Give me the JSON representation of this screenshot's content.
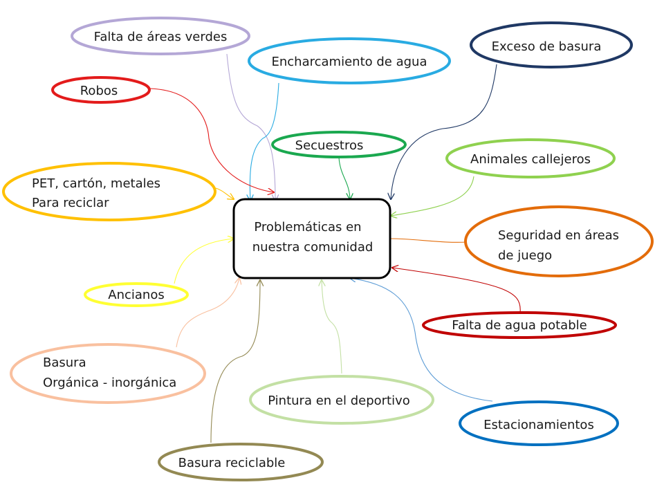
{
  "center": {
    "line1": "Problemáticas en",
    "line2": "nuestra comunidad"
  },
  "nodes": {
    "falta_areas_verdes": {
      "text": "Falta de áreas verdes",
      "color": "#b4a7d6"
    },
    "encharcamiento": {
      "text": "Encharcamiento de agua",
      "color": "#29abe2"
    },
    "exceso_basura": {
      "text": "Exceso de basura",
      "color": "#1f3864"
    },
    "robos": {
      "text": "Robos",
      "color": "#e31b1b"
    },
    "secuestros": {
      "text": "Secuestros",
      "color": "#1aa84f"
    },
    "animales": {
      "text": "Animales callejeros",
      "color": "#8fd14f"
    },
    "pet": {
      "line1": "PET, cartón, metales",
      "line2": "Para reciclar",
      "color": "#ffc000"
    },
    "seguridad": {
      "line1": "Seguridad en áreas",
      "line2": "de juego",
      "color": "#e36c0a"
    },
    "ancianos": {
      "text": "Ancianos",
      "color": "#ffff33"
    },
    "falta_agua": {
      "text": "Falta de agua potable",
      "color": "#c00000"
    },
    "basura_org": {
      "line1": "Basura",
      "line2": "Orgánica - inorgánica",
      "color": "#f9c09f"
    },
    "pintura": {
      "text": "Pintura en el deportivo",
      "color": "#c3e0a4"
    },
    "estacionamientos": {
      "text": "Estacionamientos",
      "color": "#0070c0"
    },
    "basura_reciclable": {
      "text": "Basura reciclable",
      "color": "#938953"
    }
  }
}
